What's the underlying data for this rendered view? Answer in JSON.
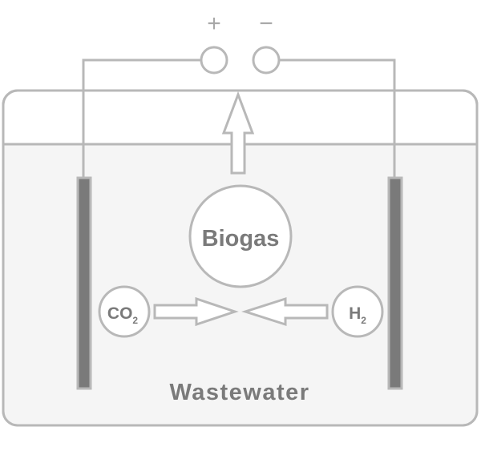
{
  "terminals": {
    "positive_sign": "+",
    "negative_sign": "−"
  },
  "center_label": "Biogas",
  "left_molecule": {
    "main": "CO",
    "subscript": "2"
  },
  "right_molecule": {
    "main": "H",
    "subscript": "2"
  },
  "tank_label": "Wastewater",
  "colors": {
    "stroke": "#b8b8b8",
    "tank_fill": "#f5f5f5",
    "electrode": "#7a7a7a",
    "text": "#7a7a7a"
  }
}
